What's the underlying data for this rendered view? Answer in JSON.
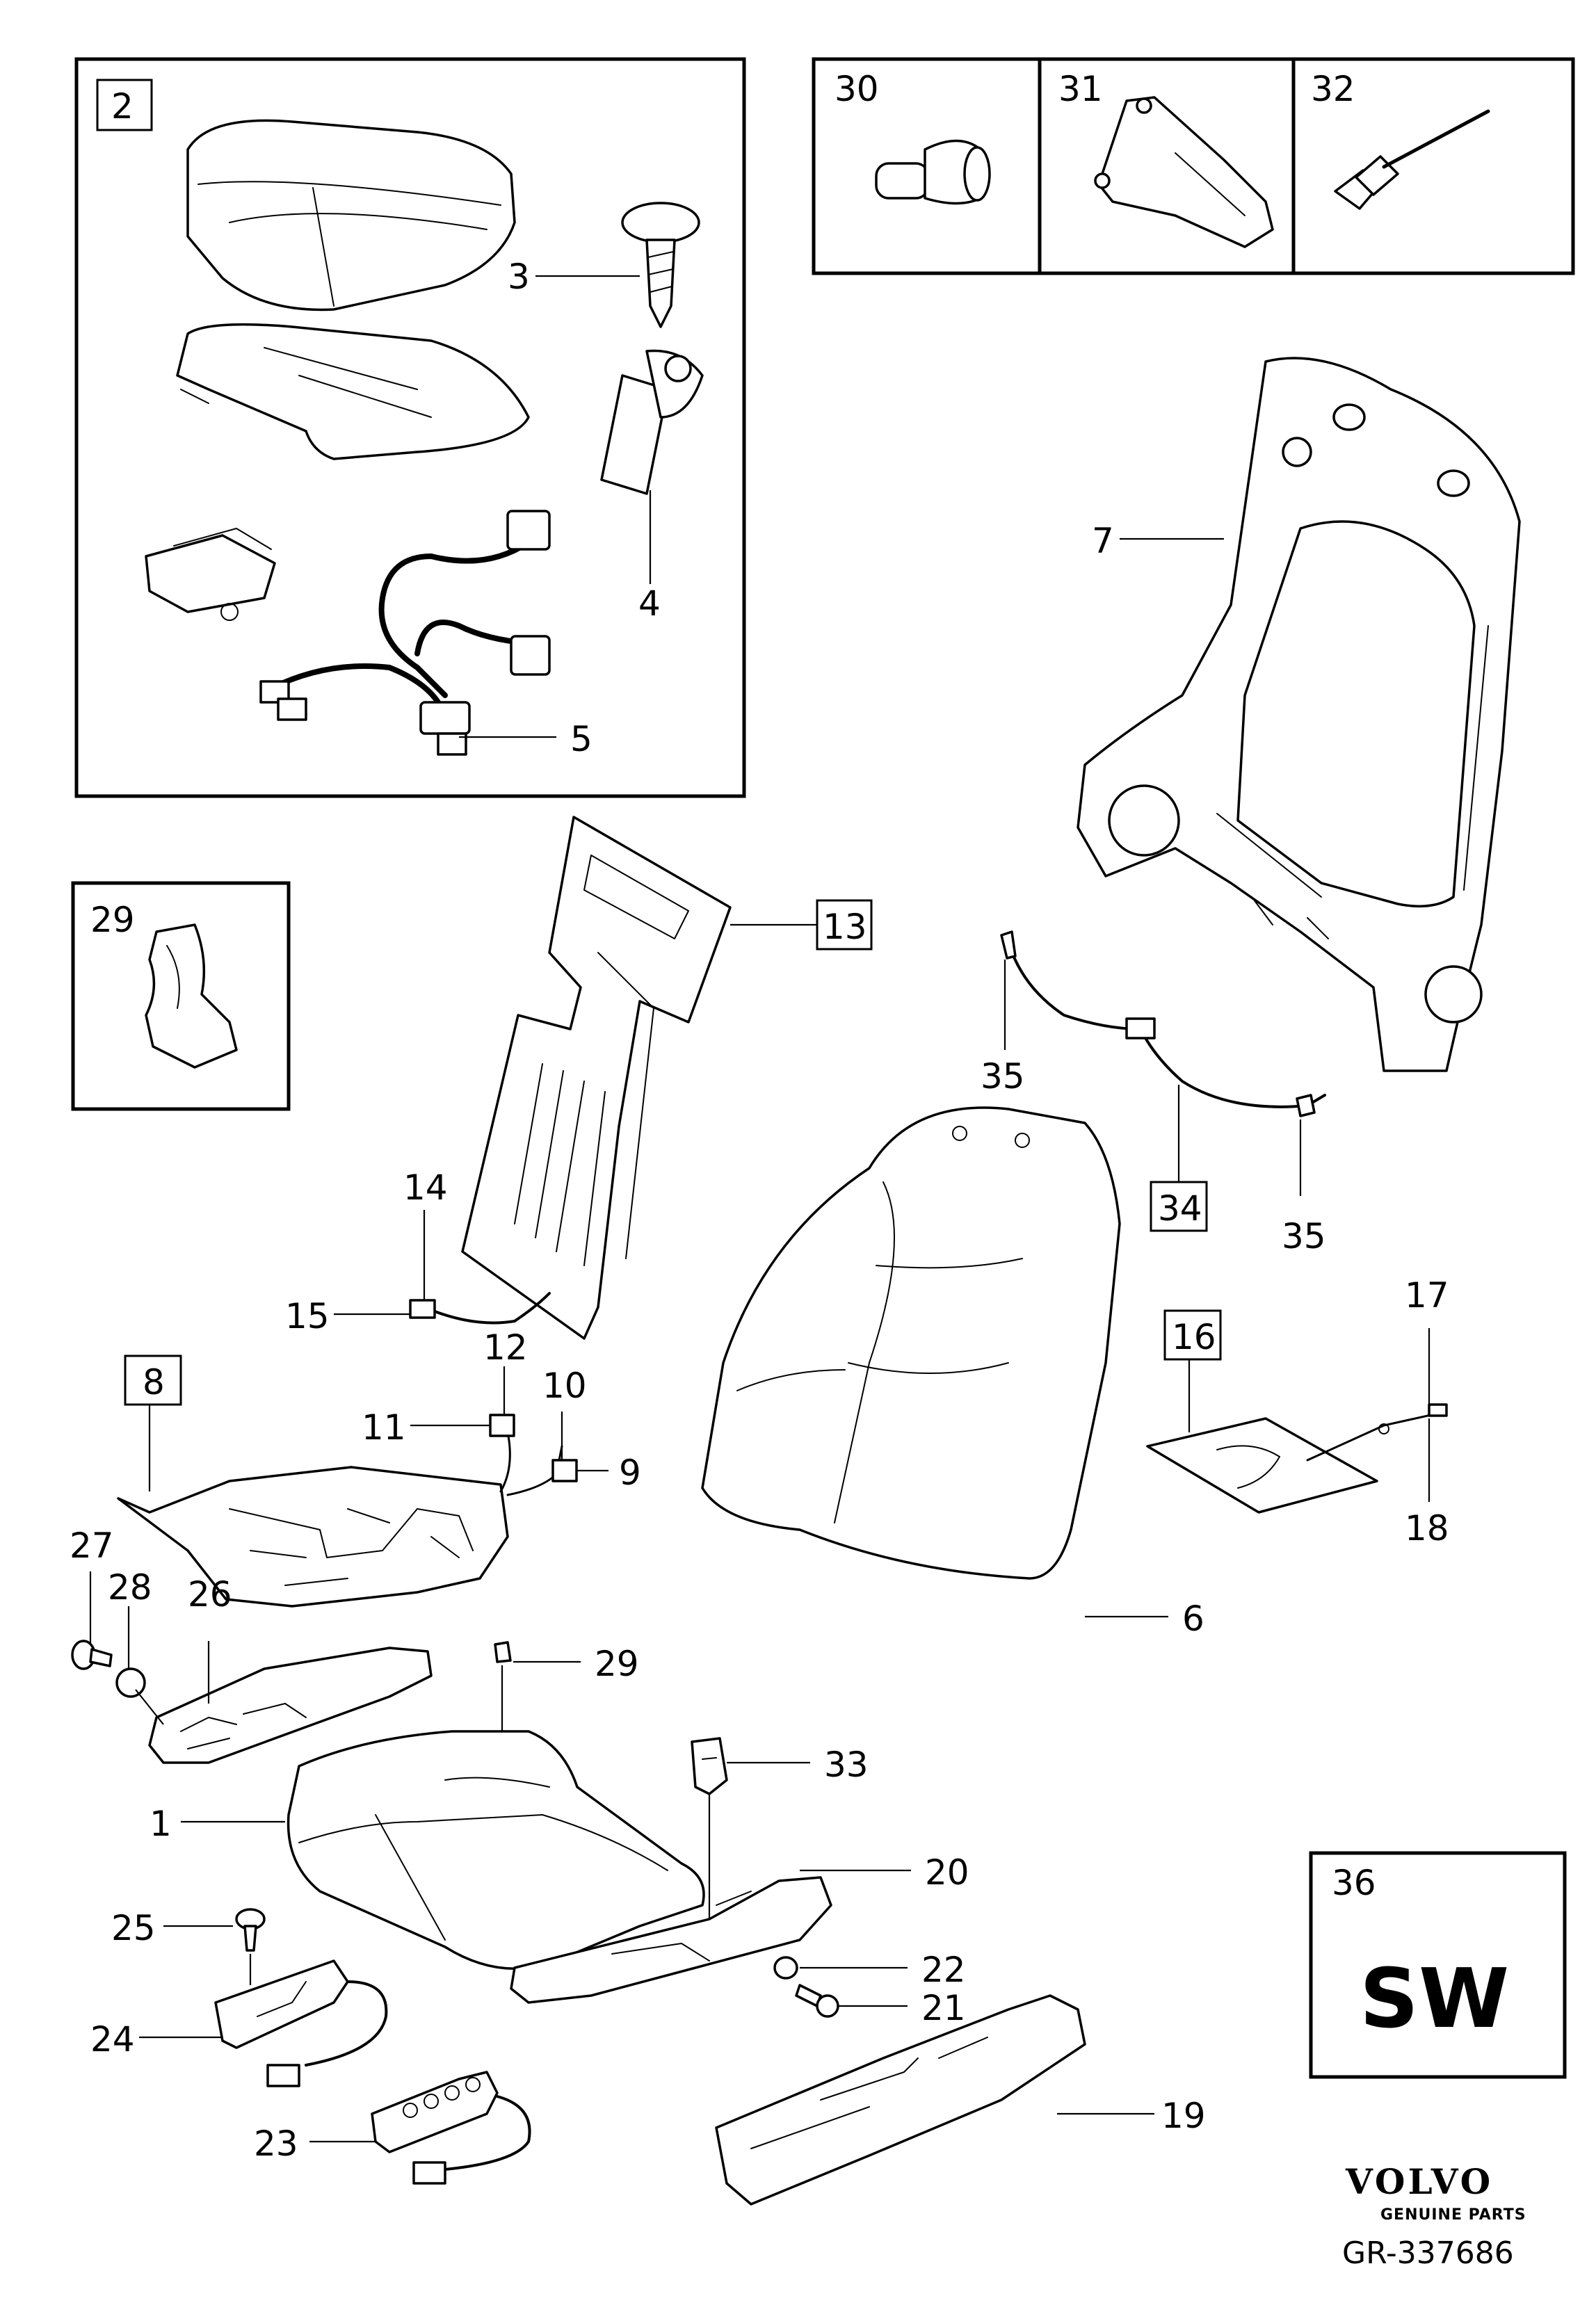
{
  "callouts": {
    "c1": "1",
    "c2": "2",
    "c3": "3",
    "c4": "4",
    "c5": "5",
    "c6": "6",
    "c7": "7",
    "c8": "8",
    "c9": "9",
    "c10": "10",
    "c11": "11",
    "c12": "12",
    "c13": "13",
    "c14": "14",
    "c15": "15",
    "c16": "16",
    "c17": "17",
    "c18": "18",
    "c19": "19",
    "c20": "20",
    "c21": "21",
    "c22": "22",
    "c23": "23",
    "c24": "24",
    "c25": "25",
    "c26": "26",
    "c27": "27",
    "c28": "28",
    "c29a": "29",
    "c29b": "29",
    "c30": "30",
    "c31": "31",
    "c32": "32",
    "c33": "33",
    "c34": "34",
    "c35a": "35",
    "c35b": "35",
    "c36": "36"
  },
  "sw_label": "SW",
  "brand": {
    "name": "VOLVO",
    "tagline": "GENUINE PARTS"
  },
  "reference": "GR-337686"
}
